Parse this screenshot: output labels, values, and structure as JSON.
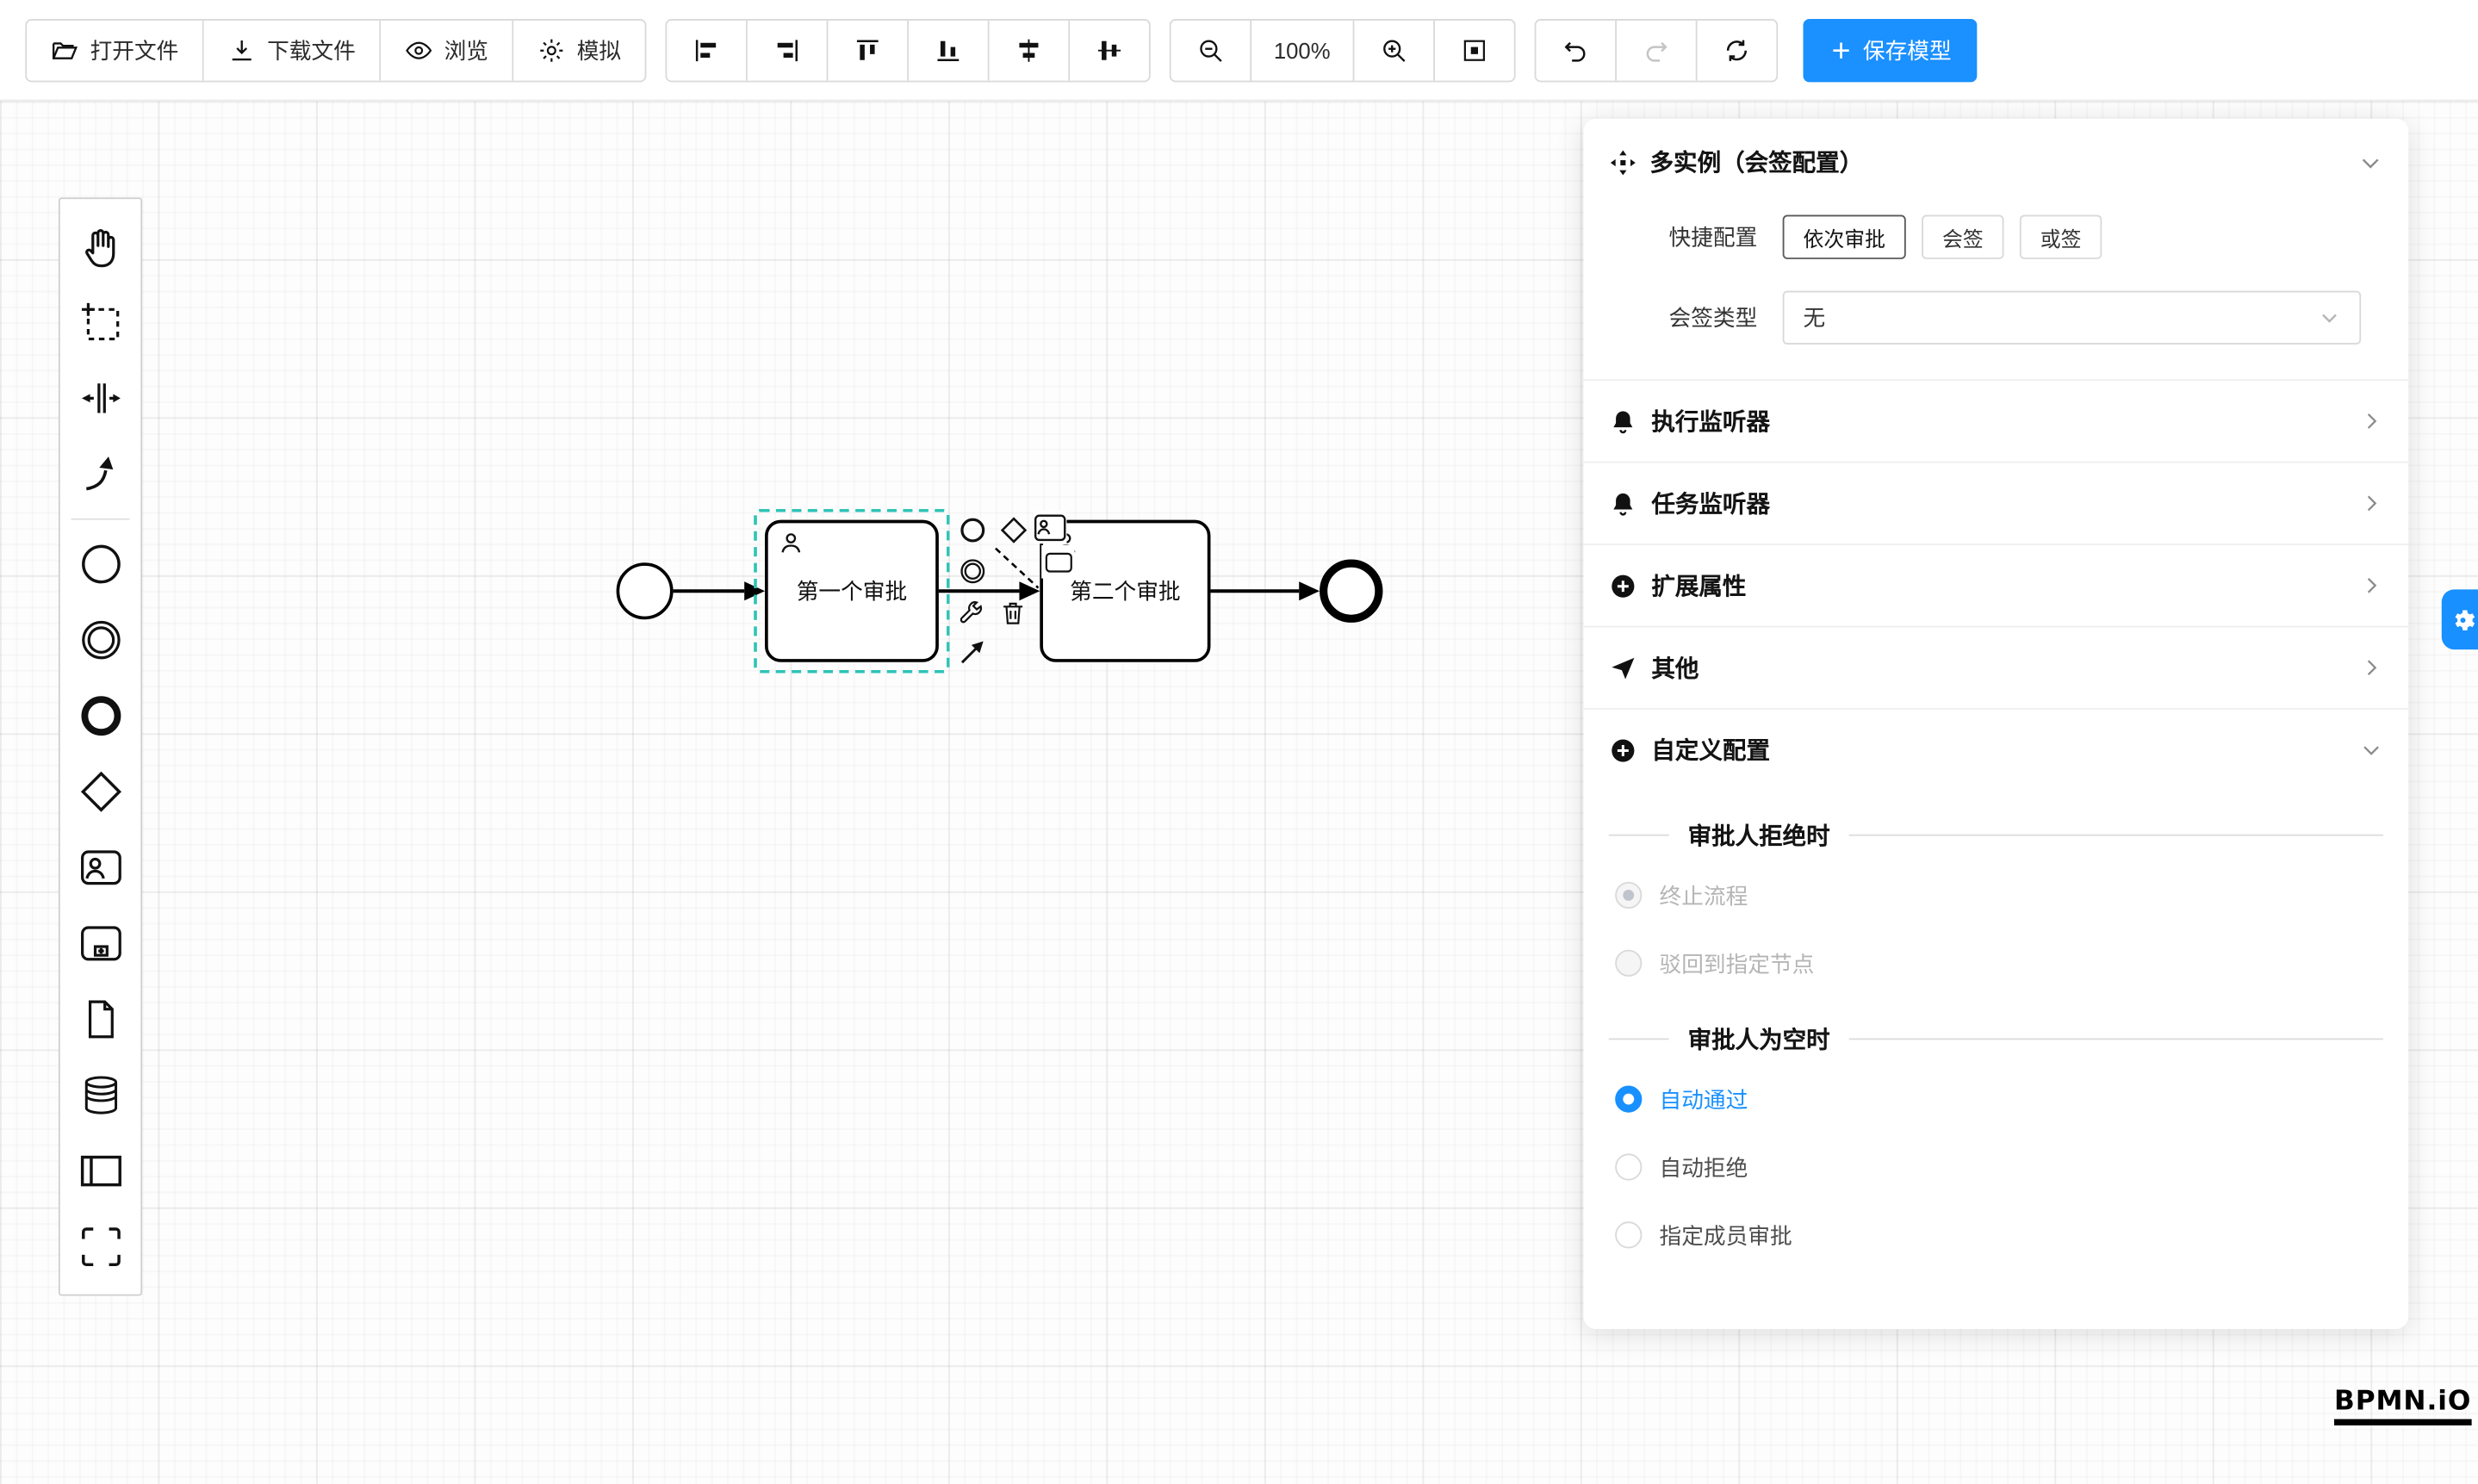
{
  "toolbar": {
    "open_file": "打开文件",
    "download_file": "下载文件",
    "preview": "浏览",
    "simulate": "模拟",
    "zoom_level": "100%",
    "save_model": "保存模型",
    "align_tools": [
      "align-left-icon",
      "align-right-icon",
      "align-top-icon",
      "align-bottom-icon",
      "align-center-horizontal-icon",
      "align-center-vertical-icon"
    ],
    "zoom_tools": [
      "zoom-out-icon",
      "zoom-in-icon",
      "fit-viewport-icon"
    ],
    "history_tools": [
      "undo-icon",
      "redo-icon",
      "refresh-icon"
    ]
  },
  "canvas": {
    "task1_label": "第一个审批",
    "task2_label": "第二个审批"
  },
  "palette_tools": [
    "hand-tool",
    "lasso-tool",
    "space-tool",
    "global-connect-tool",
    "create-start-event",
    "create-intermediate-event",
    "create-end-event",
    "create-gateway",
    "create-user-task",
    "create-subprocess",
    "create-data-object",
    "create-data-store",
    "create-participant",
    "create-group"
  ],
  "context_pad": [
    "append-end-event",
    "append-gateway",
    "append-user-task",
    "append-intermediate-event",
    "append-task",
    "change-type-wrench",
    "delete-trash",
    "connect-arrow"
  ],
  "panel": {
    "title": "多实例（会签配置）",
    "quick_config": {
      "label": "快捷配置",
      "options": [
        "依次审批",
        "会签",
        "或签"
      ],
      "selected": "依次审批"
    },
    "sign_type": {
      "label": "会签类型",
      "value": "无"
    },
    "sections": [
      {
        "label": "执行监听器",
        "icon": "bell-icon"
      },
      {
        "label": "任务监听器",
        "icon": "bell-icon"
      },
      {
        "label": "扩展属性",
        "icon": "plus-circle-icon"
      },
      {
        "label": "其他",
        "icon": "send-icon"
      },
      {
        "label": "自定义配置",
        "icon": "plus-circle-icon"
      }
    ],
    "custom": {
      "reject_group": {
        "title": "审批人拒绝时",
        "options": [
          {
            "label": "终止流程",
            "checked": true,
            "disabled": true
          },
          {
            "label": "驳回到指定节点",
            "checked": false,
            "disabled": true
          }
        ]
      },
      "empty_group": {
        "title": "审批人为空时",
        "options": [
          {
            "label": "自动通过",
            "checked": true,
            "disabled": false
          },
          {
            "label": "自动拒绝",
            "checked": false,
            "disabled": false
          },
          {
            "label": "指定成员审批",
            "checked": false,
            "disabled": false
          }
        ]
      }
    }
  },
  "logo": "BPMN.iO",
  "colors": {
    "primary": "#1890ff",
    "selection": "#2ec4b6",
    "toolbar_border": "#d9d9d9",
    "shape_stroke": "#000000"
  }
}
